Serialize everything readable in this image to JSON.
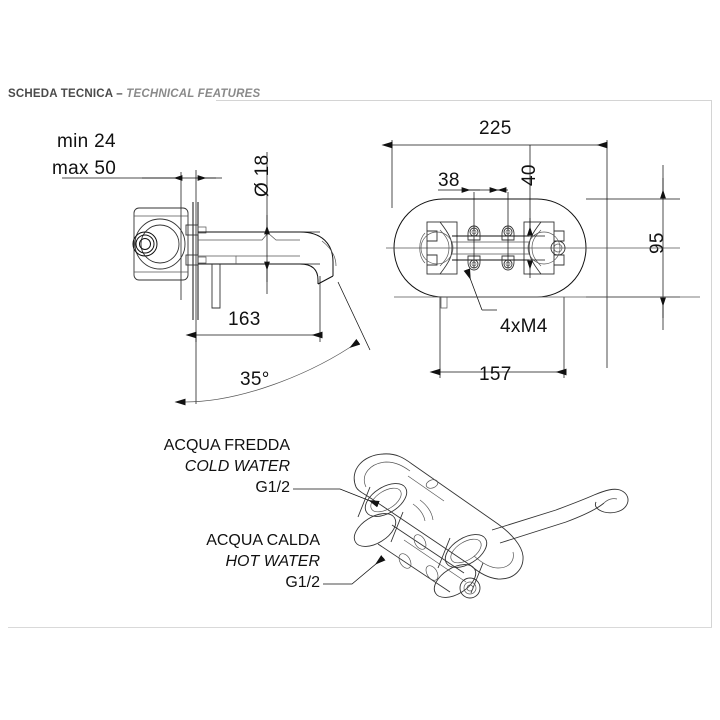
{
  "header": {
    "title_it": "SCHEDA TECNICA",
    "separator": "–",
    "title_en": "TECHNICAL FEATURES"
  },
  "side_view": {
    "name": "side-elevation",
    "labels": {
      "min": "min 24",
      "max": "max 50",
      "diameter": "Ø 18",
      "length": "163",
      "angle": "35°"
    }
  },
  "front_view": {
    "name": "front-elevation",
    "labels": {
      "overall_width": "225",
      "offset_38": "38",
      "offset_40": "40",
      "height_95": "95",
      "screws": "4xM4",
      "body_width": "157"
    }
  },
  "iso_view": {
    "name": "isometric-view",
    "callouts": [
      {
        "line1": "ACQUA FREDDA",
        "line2": "COLD WATER",
        "line3": "G1/2"
      },
      {
        "line1": "ACQUA CALDA",
        "line2": "HOT WATER",
        "line3": "G1/2"
      }
    ]
  },
  "colors": {
    "line": "#111111",
    "frame": "#d4d4d4",
    "header_text": "#4a4a4a",
    "header_accent": "#8a8a8a",
    "background": "#ffffff"
  }
}
